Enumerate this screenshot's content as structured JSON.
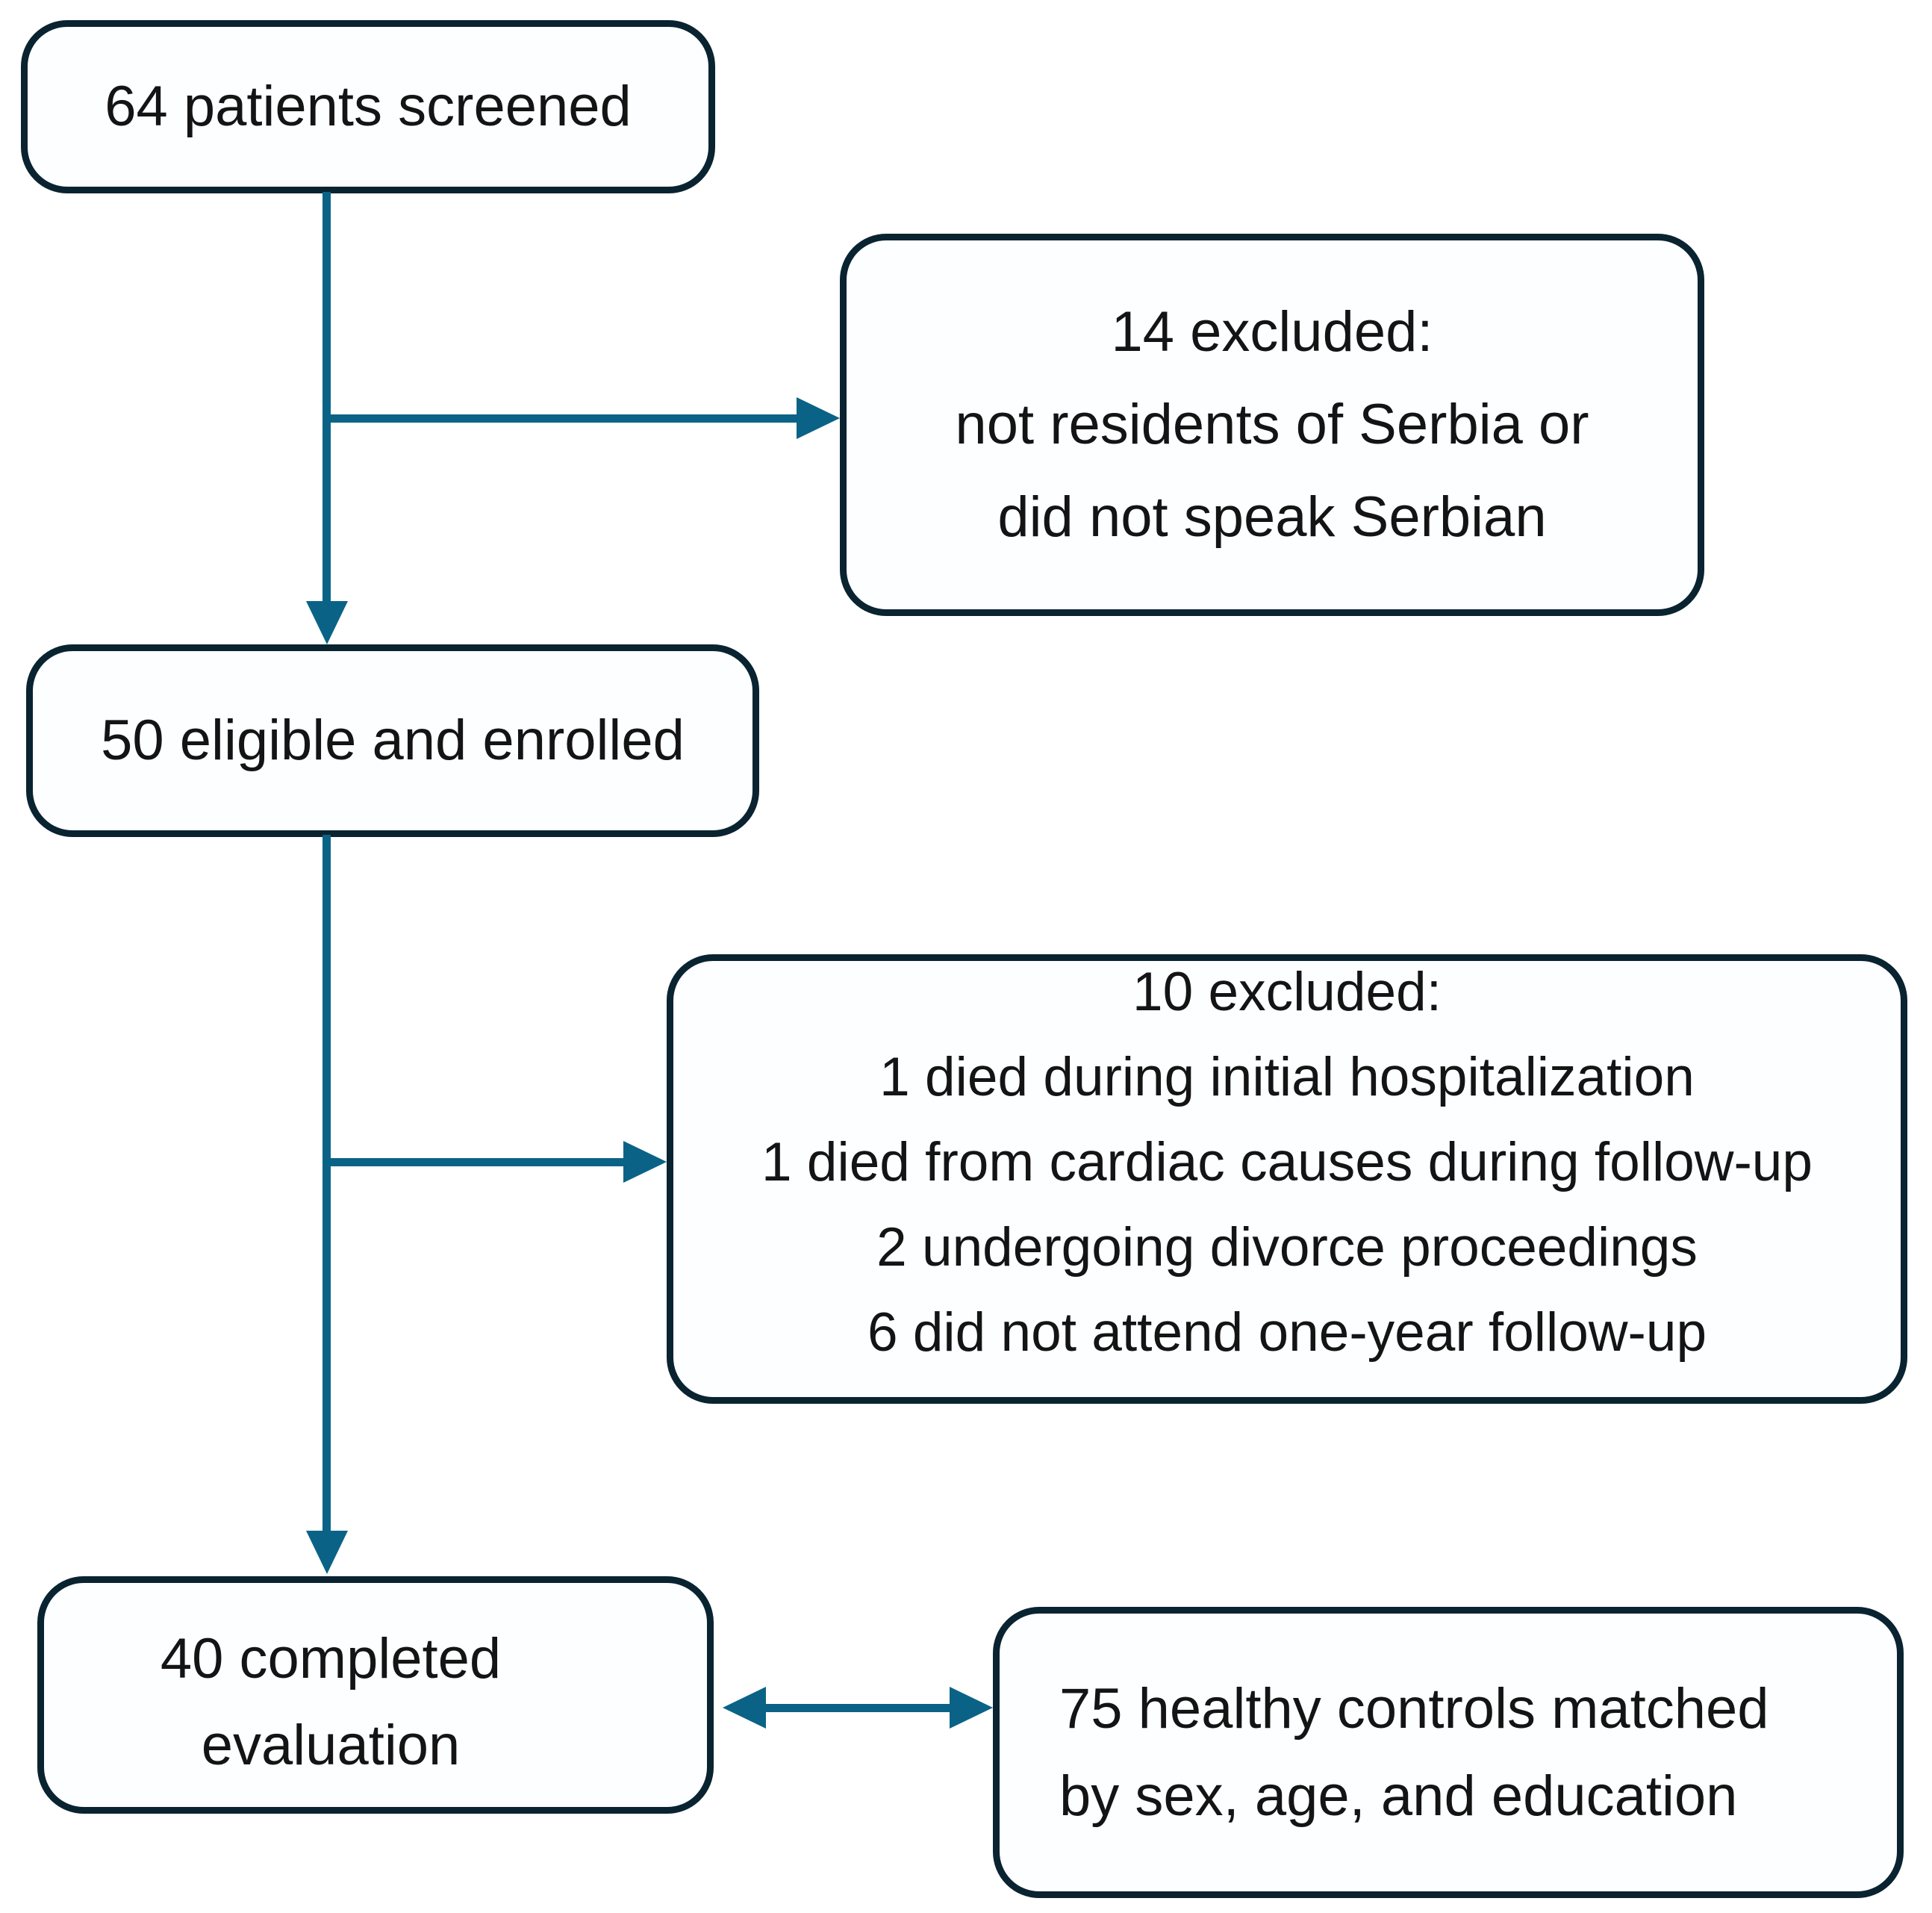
{
  "boxes": {
    "screened": {
      "lines": [
        "64 patients screened"
      ]
    },
    "excluded14": {
      "lines": [
        "14 excluded:",
        "not residents of Serbia or",
        "did not speak Serbian"
      ]
    },
    "enrolled": {
      "lines": [
        "50 eligible and enrolled"
      ]
    },
    "excluded10": {
      "lines": [
        "10 excluded:",
        "1 died during initial hospitalization",
        "1 died from cardiac causes during follow-up",
        "2 undergoing divorce proceedings",
        "6 did not attend one-year follow-up"
      ]
    },
    "completed": {
      "lines": [
        "40 completed",
        "evaluation"
      ]
    },
    "healthy": {
      "lines": [
        "75 healthy controls matched",
        "by sex, age, and education"
      ]
    }
  },
  "colors": {
    "box_border": "#0a2331",
    "arrow": "#0a6386",
    "text": "#141414",
    "background": "#ffffff"
  }
}
